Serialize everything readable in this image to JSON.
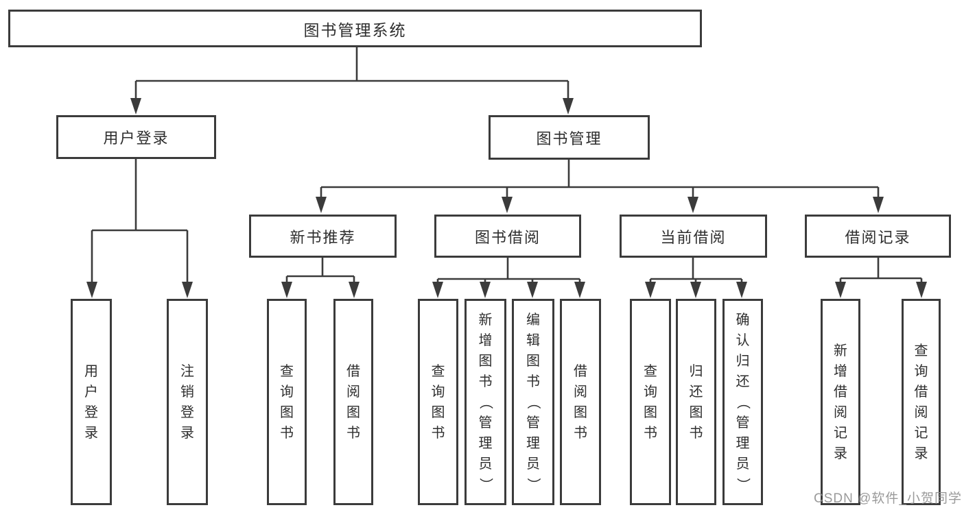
{
  "diagram": {
    "root": {
      "label": "图书管理系统"
    },
    "level1": {
      "user_login": {
        "label": "用户登录"
      },
      "book_management": {
        "label": "图书管理"
      }
    },
    "level2": {
      "new_book_recommend": {
        "label": "新书推荐"
      },
      "book_borrow": {
        "label": "图书借阅"
      },
      "current_borrow": {
        "label": "当前借阅"
      },
      "borrow_record": {
        "label": "借阅记录"
      }
    },
    "leaves": [
      {
        "label": "用户登录"
      },
      {
        "label": "注销登录"
      },
      {
        "label": "查询图书"
      },
      {
        "label": "借阅图书"
      },
      {
        "label": "查询图书"
      },
      {
        "label": "新增图书（管理员）"
      },
      {
        "label": "编辑图书（管理员）"
      },
      {
        "label": "借阅图书"
      },
      {
        "label": "查询图书"
      },
      {
        "label": "归还图书"
      },
      {
        "label": "确认归还（管理员）"
      },
      {
        "label": "新增借阅记录"
      },
      {
        "label": "查询借阅记录"
      }
    ],
    "watermark": "CSDN @软件_小贺同学",
    "colors": {
      "line": "#3b3b3b",
      "box_border": "#3b3b3b",
      "text": "#2e2e2e",
      "watermark": "#919191",
      "background": "#ffffff"
    }
  }
}
